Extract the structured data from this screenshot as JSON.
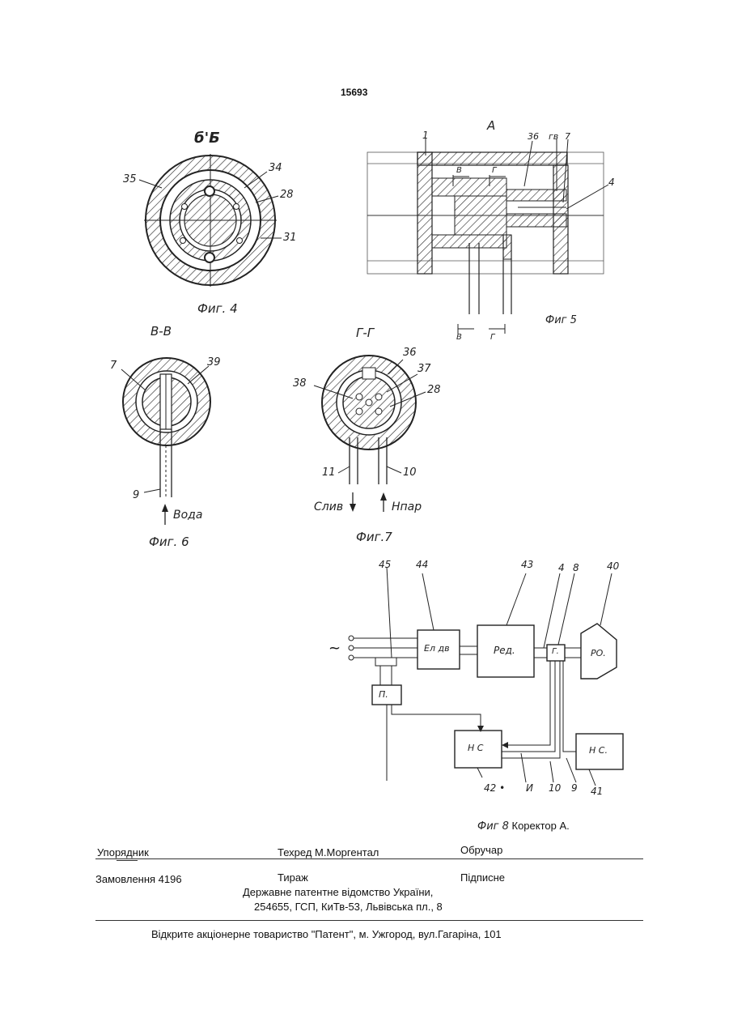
{
  "page_number": "15693",
  "fig4": {
    "section_label": "б'Б",
    "caption": "Фиг. 4",
    "labels": [
      "35",
      "34",
      "28",
      "31"
    ]
  },
  "fig5": {
    "view_label": "А",
    "caption": "Фиг 5",
    "labels": [
      "1",
      "36",
      "гв",
      "7",
      "4"
    ],
    "section_marks": [
      "В",
      "Г",
      "В",
      "Г"
    ]
  },
  "fig6": {
    "section_label": "В-В",
    "caption": "Фиг. 6",
    "labels": [
      "7",
      "39",
      "9"
    ],
    "flow_label": "Вода"
  },
  "fig7": {
    "section_label": "Г-Г",
    "caption": "Фиг.7",
    "labels": [
      "36",
      "37",
      "38",
      "28",
      "11",
      "10"
    ],
    "flow_out": "Слив",
    "flow_in": "Нпар"
  },
  "fig8": {
    "labels": [
      "45",
      "44",
      "43",
      "4",
      "8",
      "40",
      "42 •",
      "И",
      "10",
      "9",
      "41"
    ],
    "blocks": {
      "motor": "Ел дв",
      "reducer": "Ред.",
      "generator": "Г.",
      "po": "РО.",
      "sensor": "П.",
      "hc1": "Н С",
      "hc2": "Н С."
    },
    "ac_symbol": "~",
    "caption_fig": "Фиг 8",
    "caption_text": "Коректор А."
  },
  "footer": {
    "compiler": "Упорядник",
    "techred": "Техред М.Моргентал",
    "proofreader": "Обручар",
    "order": "Замовлення 4196",
    "circulation": "Тираж",
    "subscription": "Підписне",
    "office": "Державне патентне відомство України,",
    "address": "254655, ГСП, КиТв-53, Львівська пл., 8",
    "publisher": "Відкрите акціонерне товариство \"Патент\", м. Ужгород, вул.Гагаріна, 101"
  }
}
